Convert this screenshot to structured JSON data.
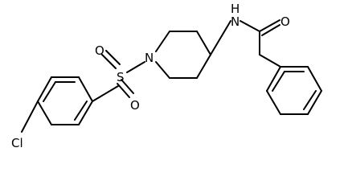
{
  "molecule": {
    "atom_labels": {
      "chlorine": "Cl",
      "sulfur": "S",
      "sulfonyl_oxygen_top": "O",
      "sulfonyl_oxygen_bottom": "O",
      "piperidine_nitrogen": "N",
      "amide_nitrogen": "N",
      "amide_hydrogen": "H",
      "carbonyl_oxygen": "O"
    }
  },
  "colors": {
    "bond": "#000000",
    "label": "#000000",
    "background": "#ffffff"
  }
}
